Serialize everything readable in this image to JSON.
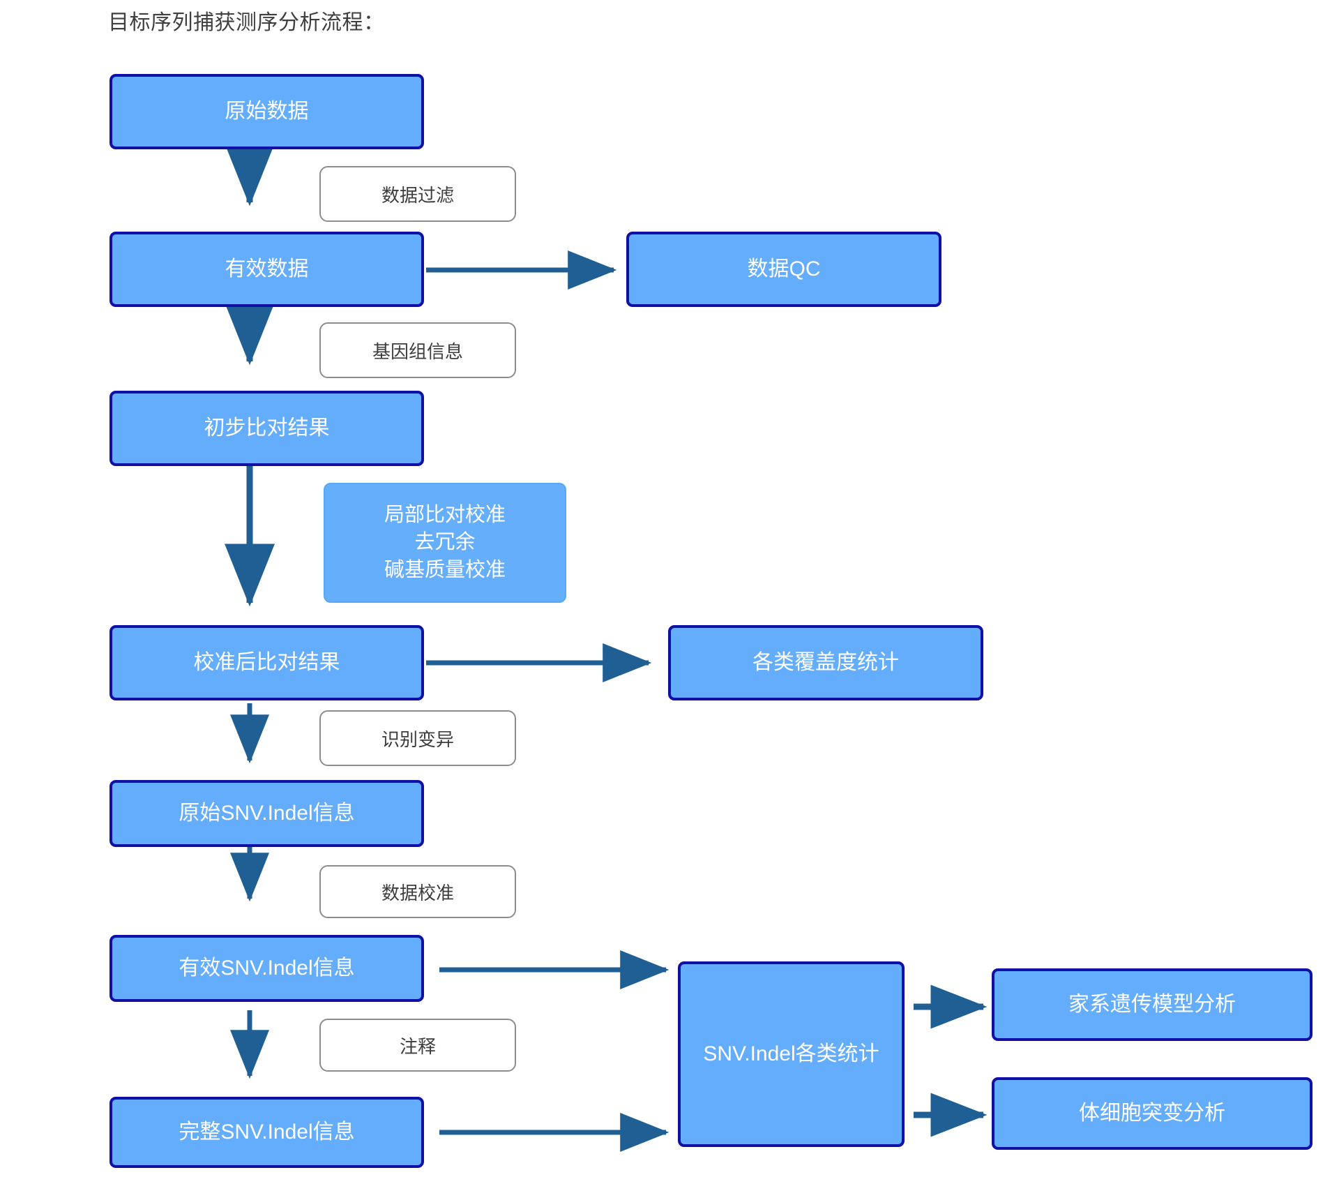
{
  "page": {
    "title": "目标序列捕获测序分析流程："
  },
  "colors": {
    "node_fill": "#64ADFC",
    "node_border": "#1010A8",
    "node_text": "#FFFFFF",
    "caption_border": "#8C8C8C",
    "caption_text": "#3D3D3D",
    "arrow": "#1F5F94",
    "title_text": "#3F3F3F",
    "soft_node_fill": "#65AEFC"
  },
  "nodes": {
    "raw_data": "原始数据",
    "valid_data": "有效数据",
    "data_qc": "数据QC",
    "initial_alignment": "初步比对结果",
    "realign_block": "局部比对校准\n去冗余\n碱基质量校准",
    "calibrated_alignment": "校准后比对结果",
    "coverage_stats": "各类覆盖度统计",
    "raw_snv_indel": "原始SNV.Indel信息",
    "valid_snv_indel": "有效SNV.Indel信息",
    "full_snv_indel": "完整SNV.Indel信息",
    "snv_indel_stats": "SNV.Indel各类统计",
    "pedigree_analysis": "家系遗传模型分析",
    "somatic_analysis": "体细胞突变分析"
  },
  "captions": {
    "data_filter": "数据过滤",
    "genome_info": "基因组信息",
    "variant_calling": "识别变异",
    "data_calibration": "数据校准",
    "annotation": "注释"
  },
  "chart_data": {
    "type": "diagram",
    "title": "目标序列捕获测序分析流程：",
    "diagram_kind": "flowchart",
    "orientation": "top-to-bottom with lateral branches",
    "nodes": [
      {
        "id": "raw_data",
        "label": "原始数据",
        "style": "process"
      },
      {
        "id": "valid_data",
        "label": "有效数据",
        "style": "process"
      },
      {
        "id": "data_qc",
        "label": "数据QC",
        "style": "process"
      },
      {
        "id": "initial_alignment",
        "label": "初步比对结果",
        "style": "process"
      },
      {
        "id": "realign_block",
        "label": "局部比对校准 / 去冗余 / 碱基质量校准",
        "style": "soft-note"
      },
      {
        "id": "calibrated_alignment",
        "label": "校准后比对结果",
        "style": "process"
      },
      {
        "id": "coverage_stats",
        "label": "各类覆盖度统计",
        "style": "process"
      },
      {
        "id": "raw_snv_indel",
        "label": "原始SNV.Indel信息",
        "style": "process"
      },
      {
        "id": "valid_snv_indel",
        "label": "有效SNV.Indel信息",
        "style": "process"
      },
      {
        "id": "full_snv_indel",
        "label": "完整SNV.Indel信息",
        "style": "process"
      },
      {
        "id": "snv_indel_stats",
        "label": "SNV.Indel各类统计",
        "style": "process"
      },
      {
        "id": "pedigree_analysis",
        "label": "家系遗传模型分析",
        "style": "process"
      },
      {
        "id": "somatic_analysis",
        "label": "体细胞突变分析",
        "style": "process"
      }
    ],
    "edges": [
      {
        "from": "raw_data",
        "to": "valid_data",
        "label": "数据过滤",
        "direction": "down"
      },
      {
        "from": "valid_data",
        "to": "data_qc",
        "label": "",
        "direction": "right"
      },
      {
        "from": "valid_data",
        "to": "initial_alignment",
        "label": "基因组信息",
        "direction": "down"
      },
      {
        "from": "initial_alignment",
        "to": "calibrated_alignment",
        "label": "局部比对校准/去冗余/碱基质量校准",
        "direction": "down"
      },
      {
        "from": "calibrated_alignment",
        "to": "coverage_stats",
        "label": "",
        "direction": "right"
      },
      {
        "from": "calibrated_alignment",
        "to": "raw_snv_indel",
        "label": "识别变异",
        "direction": "down"
      },
      {
        "from": "raw_snv_indel",
        "to": "valid_snv_indel",
        "label": "数据校准",
        "direction": "down"
      },
      {
        "from": "valid_snv_indel",
        "to": "snv_indel_stats",
        "label": "",
        "direction": "right"
      },
      {
        "from": "valid_snv_indel",
        "to": "full_snv_indel",
        "label": "注释",
        "direction": "down"
      },
      {
        "from": "full_snv_indel",
        "to": "snv_indel_stats",
        "label": "",
        "direction": "right"
      },
      {
        "from": "snv_indel_stats",
        "to": "pedigree_analysis",
        "label": "",
        "direction": "right"
      },
      {
        "from": "snv_indel_stats",
        "to": "somatic_analysis",
        "label": "",
        "direction": "right"
      }
    ]
  }
}
